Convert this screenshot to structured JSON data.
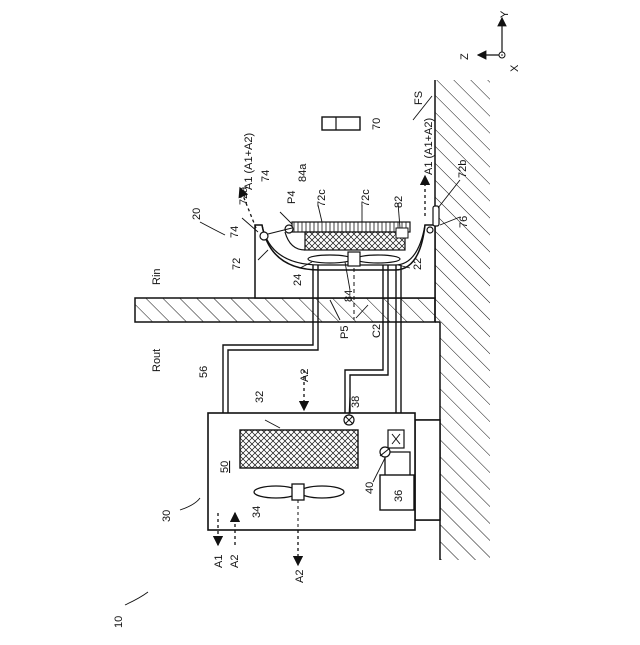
{
  "figure": {
    "system_ref": "10",
    "labels": {
      "indoor_unit": "20",
      "outdoor_unit": "30",
      "compressor": "36",
      "accumulator": "40",
      "heat_exchanger_outdoor": "32",
      "fan_outdoor": "34",
      "valve": "38",
      "pipe": "56",
      "box_50": "50",
      "remote": "70",
      "casing": "72",
      "outlet_a": "72a",
      "outlet_b": "72b",
      "panel_c_1": "72c",
      "panel_c_2": "72c",
      "vane_left": "74",
      "vane_left_2": "74",
      "vane_right": "76",
      "hex_indoor": "82",
      "fan_indoor": "84",
      "fan_part": "84a",
      "port_22": "22",
      "port_24": "24",
      "point_p4": "P4",
      "point_p5": "P5",
      "point_c2": "C2",
      "floor_surface": "FS",
      "room_in": "Rin",
      "room_out": "Rout"
    },
    "arrows": {
      "a1_top_left": "A1 (A1+A2)",
      "a1_top_right": "A1 (A1+A2)",
      "a2_mid": "A2",
      "a2_bottom": "A2",
      "a1_left": "A1",
      "a2_left": "A2"
    },
    "axes": {
      "y": "Y",
      "z": "Z",
      "x": "X"
    }
  }
}
